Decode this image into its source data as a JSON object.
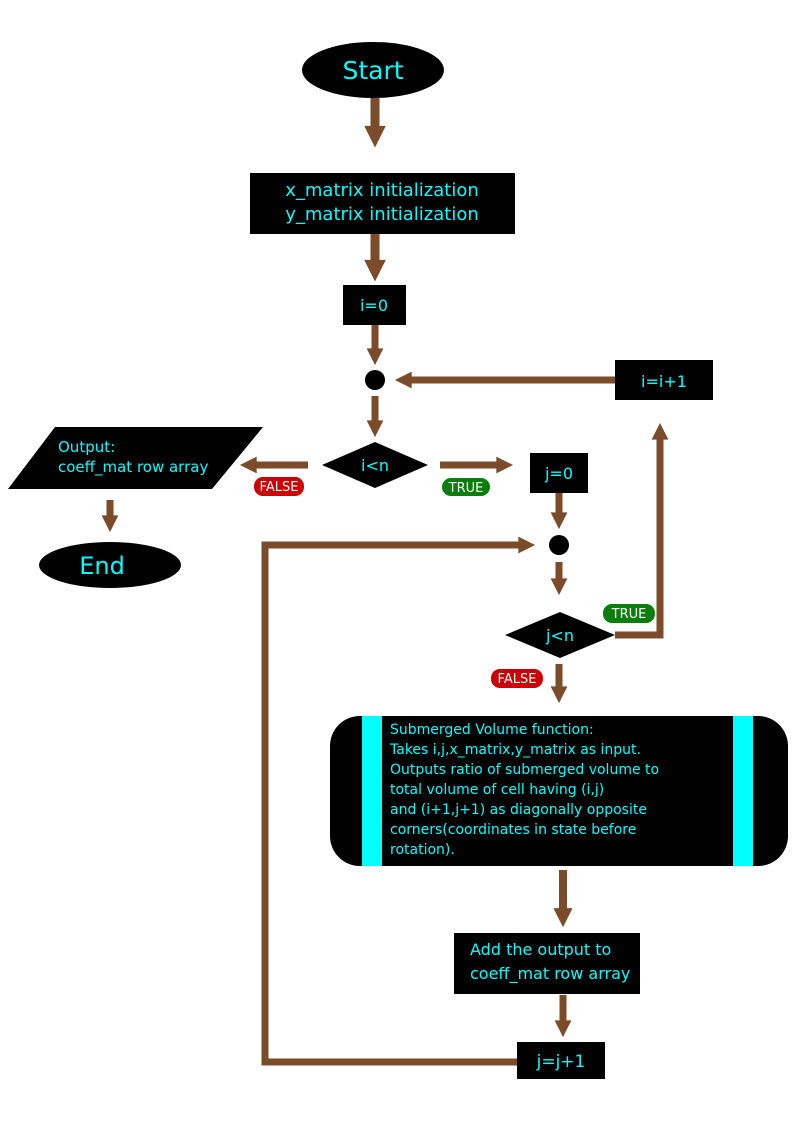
{
  "colors": {
    "node_fill": "#000000",
    "node_text": "#00ffff",
    "arrow": "#7b4b2a",
    "true_badge": "#0a7d0a",
    "false_badge": "#cc0000",
    "process_bar": "#00ffff"
  },
  "nodes": {
    "start": "Start",
    "init_line1": "x_matrix initialization",
    "init_line2": "y_matrix initialization",
    "i_init": "i=0",
    "i_increment": "i=i+1",
    "i_condition": "i<n",
    "output_line1": "Output:",
    "output_line2": "coeff_mat row array",
    "end": "End",
    "j_init": "j=0",
    "j_condition": "j<n",
    "submerged": [
      "Submerged Volume function:",
      "Takes i,j,x_matrix,y_matrix as input.",
      "Outputs ratio of submerged volume to",
      "total volume of cell having (i,j)",
      "and (i+1,j+1) as diagonally opposite",
      "corners(coordinates in state before",
      " rotation)."
    ],
    "add_line1": "Add the output to",
    "add_line2": "coeff_mat row array",
    "j_increment": "j=j+1"
  },
  "badges": {
    "i_false": "FALSE",
    "i_true": "TRUE",
    "j_true": "TRUE",
    "j_false": "FALSE"
  }
}
